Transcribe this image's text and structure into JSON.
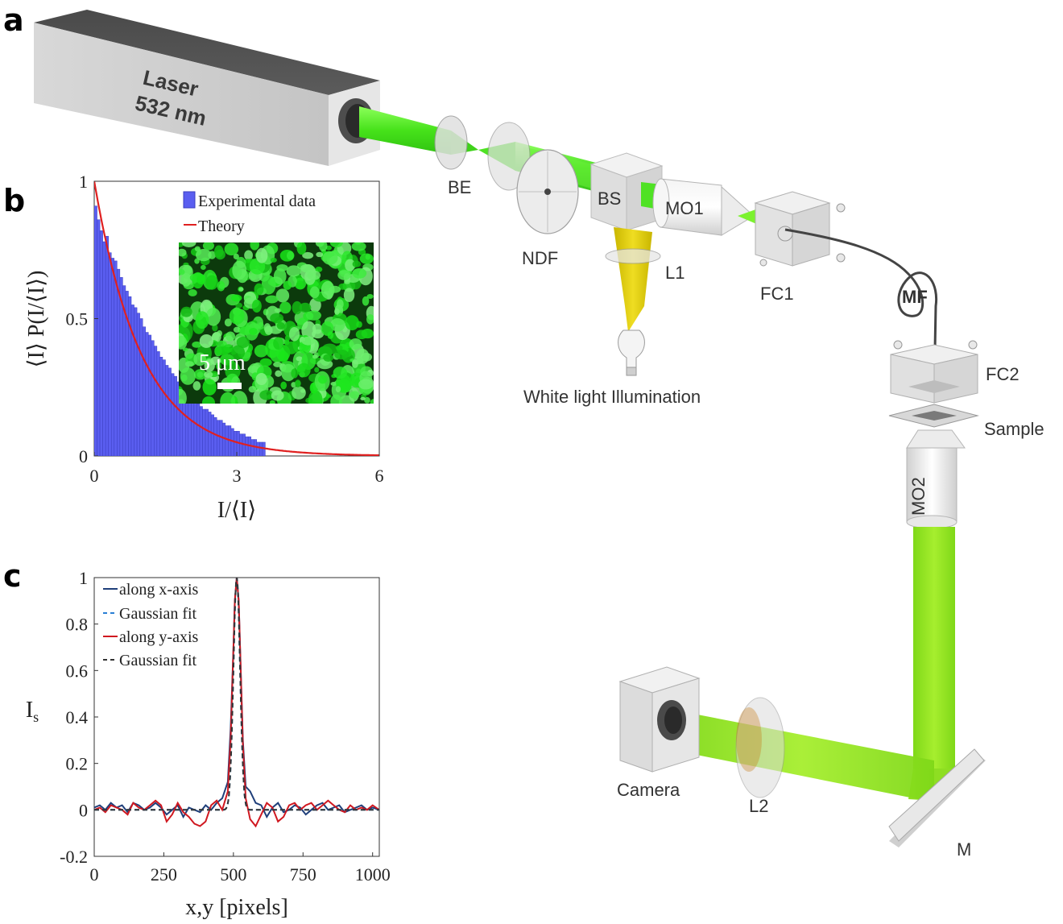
{
  "panel_labels": [
    "a",
    "b",
    "c"
  ],
  "setup": {
    "laser_name": "Laser",
    "laser_wavelength": "532 nm",
    "components": {
      "be": "BE",
      "ndf": "NDF",
      "bs": "BS",
      "mo1": "MO1",
      "l1": "L1",
      "fc1": "FC1",
      "mf": "MF",
      "fc2": "FC2",
      "sample": "Sample",
      "mo2": "MO2",
      "camera": "Camera",
      "l2": "L2",
      "m": "M",
      "white_light": "White light Illumination"
    },
    "colors": {
      "beam": "#66ee22",
      "illumination": "#ddcc00",
      "housing": "#dcdcdc"
    }
  },
  "chart_data": [
    {
      "type": "bar",
      "panel": "b",
      "xlabel": "I/⟨I⟩",
      "ylabel": "⟨I⟩ P(I/⟨I⟩)",
      "xlim": [
        0,
        6
      ],
      "ylim": [
        0,
        1
      ],
      "xticks": [
        "0",
        "3",
        "6"
      ],
      "yticks": [
        "0",
        "0.5",
        "1"
      ],
      "legend_position": "top-right",
      "series": [
        {
          "name": "Experimental data",
          "kind": "histogram",
          "color": "#5a5ef0",
          "bin_width": 0.06,
          "values": [
            0.91,
            0.86,
            0.82,
            0.78,
            0.8,
            0.74,
            0.72,
            0.71,
            0.68,
            0.65,
            0.62,
            0.6,
            0.58,
            0.55,
            0.54,
            0.52,
            0.5,
            0.47,
            0.45,
            0.44,
            0.42,
            0.4,
            0.38,
            0.36,
            0.35,
            0.33,
            0.32,
            0.3,
            0.29,
            0.27,
            0.26,
            0.25,
            0.24,
            0.22,
            0.22,
            0.2,
            0.19,
            0.18,
            0.17,
            0.17,
            0.16,
            0.15,
            0.14,
            0.13,
            0.13,
            0.12,
            0.11,
            0.11,
            0.1,
            0.09,
            0.09,
            0.08,
            0.08,
            0.07,
            0.07,
            0.06,
            0.06,
            0.05,
            0.05,
            0.05
          ]
        },
        {
          "name": "Theory",
          "kind": "line",
          "color": "#e02020",
          "function": "exp(-x)"
        }
      ],
      "inset": {
        "scale_bar_label": "5 μm",
        "description_color": "#3ecf3e"
      }
    },
    {
      "type": "line",
      "panel": "c",
      "xlabel": "x,y [pixels]",
      "ylabel": "I_s",
      "xlim": [
        0,
        1024
      ],
      "ylim": [
        -0.2,
        1
      ],
      "xticks": [
        "0",
        "250",
        "500",
        "750",
        "1000"
      ],
      "yticks": [
        "-0.2",
        "0",
        "0.2",
        "0.4",
        "0.6",
        "0.8",
        "1"
      ],
      "legend_position": "top-left",
      "series": [
        {
          "name": "along x-axis",
          "color": "#1f3f7a",
          "style": "solid",
          "x": [
            0,
            20,
            40,
            60,
            80,
            100,
            120,
            140,
            160,
            180,
            200,
            220,
            240,
            260,
            280,
            300,
            320,
            340,
            360,
            380,
            400,
            420,
            440,
            460,
            480,
            490,
            500,
            505,
            512,
            519,
            524,
            534,
            544,
            560,
            580,
            600,
            620,
            640,
            660,
            680,
            700,
            720,
            740,
            760,
            780,
            800,
            820,
            840,
            860,
            880,
            900,
            920,
            940,
            960,
            980,
            1000,
            1024
          ],
          "y": [
            0.01,
            0.02,
            0.0,
            0.03,
            0.01,
            0.02,
            -0.01,
            0.03,
            0.02,
            0.0,
            0.01,
            0.03,
            0.01,
            -0.02,
            0.0,
            0.02,
            -0.03,
            0.01,
            0.0,
            -0.01,
            0.02,
            0.0,
            0.03,
            0.05,
            0.12,
            0.35,
            0.7,
            0.9,
            1.0,
            0.9,
            0.7,
            0.3,
            0.1,
            0.08,
            0.03,
            0.02,
            -0.03,
            0.01,
            0.03,
            -0.01,
            0.0,
            0.02,
            0.01,
            -0.02,
            0.0,
            0.02,
            0.03,
            0.0,
            0.01,
            0.02,
            -0.01,
            0.0,
            0.01,
            0.02,
            0.0,
            0.01,
            0.0
          ]
        },
        {
          "name": "Gaussian fit",
          "color": "#2a7fd4",
          "style": "dashed",
          "center": 512,
          "sigma": 12
        },
        {
          "name": "along y-axis",
          "color": "#d01820",
          "style": "solid",
          "x": [
            0,
            20,
            40,
            60,
            80,
            100,
            120,
            140,
            160,
            180,
            200,
            220,
            240,
            260,
            280,
            300,
            320,
            340,
            360,
            380,
            400,
            420,
            440,
            460,
            480,
            490,
            500,
            505,
            512,
            519,
            524,
            534,
            544,
            560,
            580,
            600,
            620,
            640,
            660,
            680,
            700,
            720,
            740,
            760,
            780,
            800,
            820,
            840,
            860,
            880,
            900,
            920,
            940,
            960,
            980,
            1000,
            1024
          ],
          "y": [
            0.0,
            0.01,
            -0.01,
            0.02,
            0.01,
            0.0,
            -0.02,
            0.03,
            0.01,
            0.0,
            0.02,
            0.04,
            0.02,
            -0.05,
            -0.02,
            0.03,
            -0.01,
            -0.03,
            -0.06,
            -0.07,
            -0.05,
            0.02,
            0.04,
            0.0,
            0.08,
            0.3,
            0.7,
            0.9,
            1.0,
            0.9,
            0.7,
            0.28,
            0.05,
            -0.04,
            -0.07,
            -0.02,
            0.03,
            0.01,
            -0.05,
            -0.03,
            0.02,
            0.03,
            0.0,
            0.02,
            0.03,
            0.0,
            0.02,
            0.04,
            0.02,
            0.0,
            -0.01,
            0.02,
            0.0,
            0.01,
            0.0,
            0.02,
            0.0
          ]
        },
        {
          "name": "Gaussian fit",
          "color": "#333333",
          "style": "dashed",
          "center": 512,
          "sigma": 12
        }
      ]
    }
  ]
}
